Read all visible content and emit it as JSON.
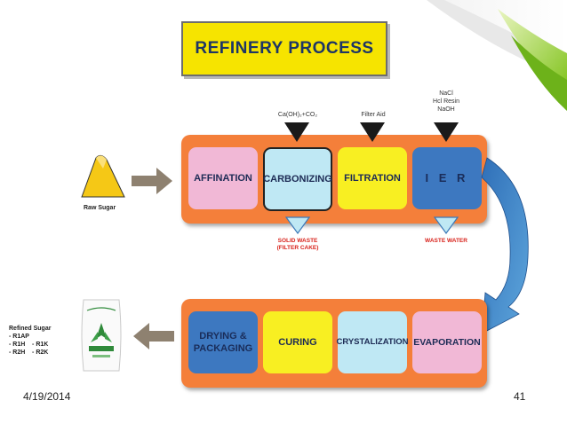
{
  "title": "REFINERY PROCESS",
  "raw_sugar_label": "Raw Sugar",
  "top_stages": [
    "AFFINATION",
    "CARBONIZING",
    "FILTRATION",
    "I E R"
  ],
  "bottom_stages": [
    "DRYING &\nPACKAGING",
    "CURING",
    "CRYSTALIZATION",
    "EVAPORATION"
  ],
  "inputs": {
    "carbonizing": "Ca(OH)₂+CO₂",
    "filtration": "Filter Aid",
    "ier": [
      "NaCl",
      "Hcl Resin",
      "NaOH"
    ]
  },
  "outputs": {
    "solid_waste": [
      "SOLID WASTE",
      "(FILTER CAKE)"
    ],
    "waste_water": "WASTE WATER"
  },
  "refined_sugar": {
    "title": "Refined Sugar",
    "lines": [
      "- R1AP",
      "- R1H    - R1K",
      "- R2H    - R2K"
    ]
  },
  "footer": {
    "date": "4/19/2014",
    "page": "41"
  },
  "colors": {
    "band": "#f47f3a",
    "pink": "#f1b8d6",
    "cyan": "#bfe8f4",
    "yellow": "#f8ef22",
    "blue": "#3d78c0",
    "title_bg": "#f6e400",
    "title_text": "#1d3566",
    "waste_text": "#d8231c"
  }
}
